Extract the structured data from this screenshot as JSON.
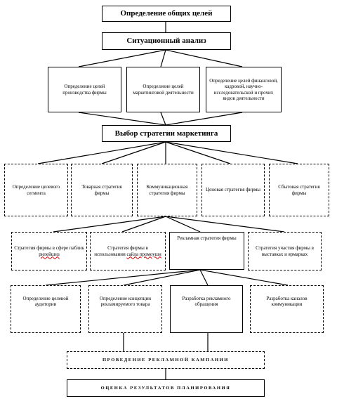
{
  "top": {
    "goals": "Определение общих целей",
    "situation": "Ситуационный анализ"
  },
  "level1": [
    "Определение целей производства фирмы",
    "Определение целей маркетинговой деятельности",
    "Определение целей финансовой, кадровой, научно-исследовательской и прочих видов деятельности"
  ],
  "strategy": "Выбор стратегии маркетинга",
  "level2": [
    "Определение целевого сегмента",
    "Товарная стратегия фирмы",
    "Коммуникационная стратегия фирмы",
    "Ценовая стратегия фирмы",
    "Сбытовая стратегия фирмы"
  ],
  "level3": {
    "pr_prefix": "Стратегия фирмы в сфере паблик ",
    "pr_word": "рилейшнз",
    "media_prefix": "Стратегия фирмы в использовании ",
    "media_word": "сайла промоушн",
    "ads": "Рекламная стратегия фирмы",
    "expo": "Стратегия участия фирмы в выставках и ярмарках"
  },
  "level4": [
    "Определение целевой аудитории",
    "Определение концепции рекламируемого товара",
    "Разработка рекламного обращения",
    "Разработка каналов коммуникации"
  ],
  "campaign": "ПРОВЕДЕНИЕ РЕКЛАМНОЙ КАМПАНИИ",
  "evaluation": "ОЦЕНКА РЕЗУЛЬТАТОВ ПЛАНИРОВАНИЯ"
}
